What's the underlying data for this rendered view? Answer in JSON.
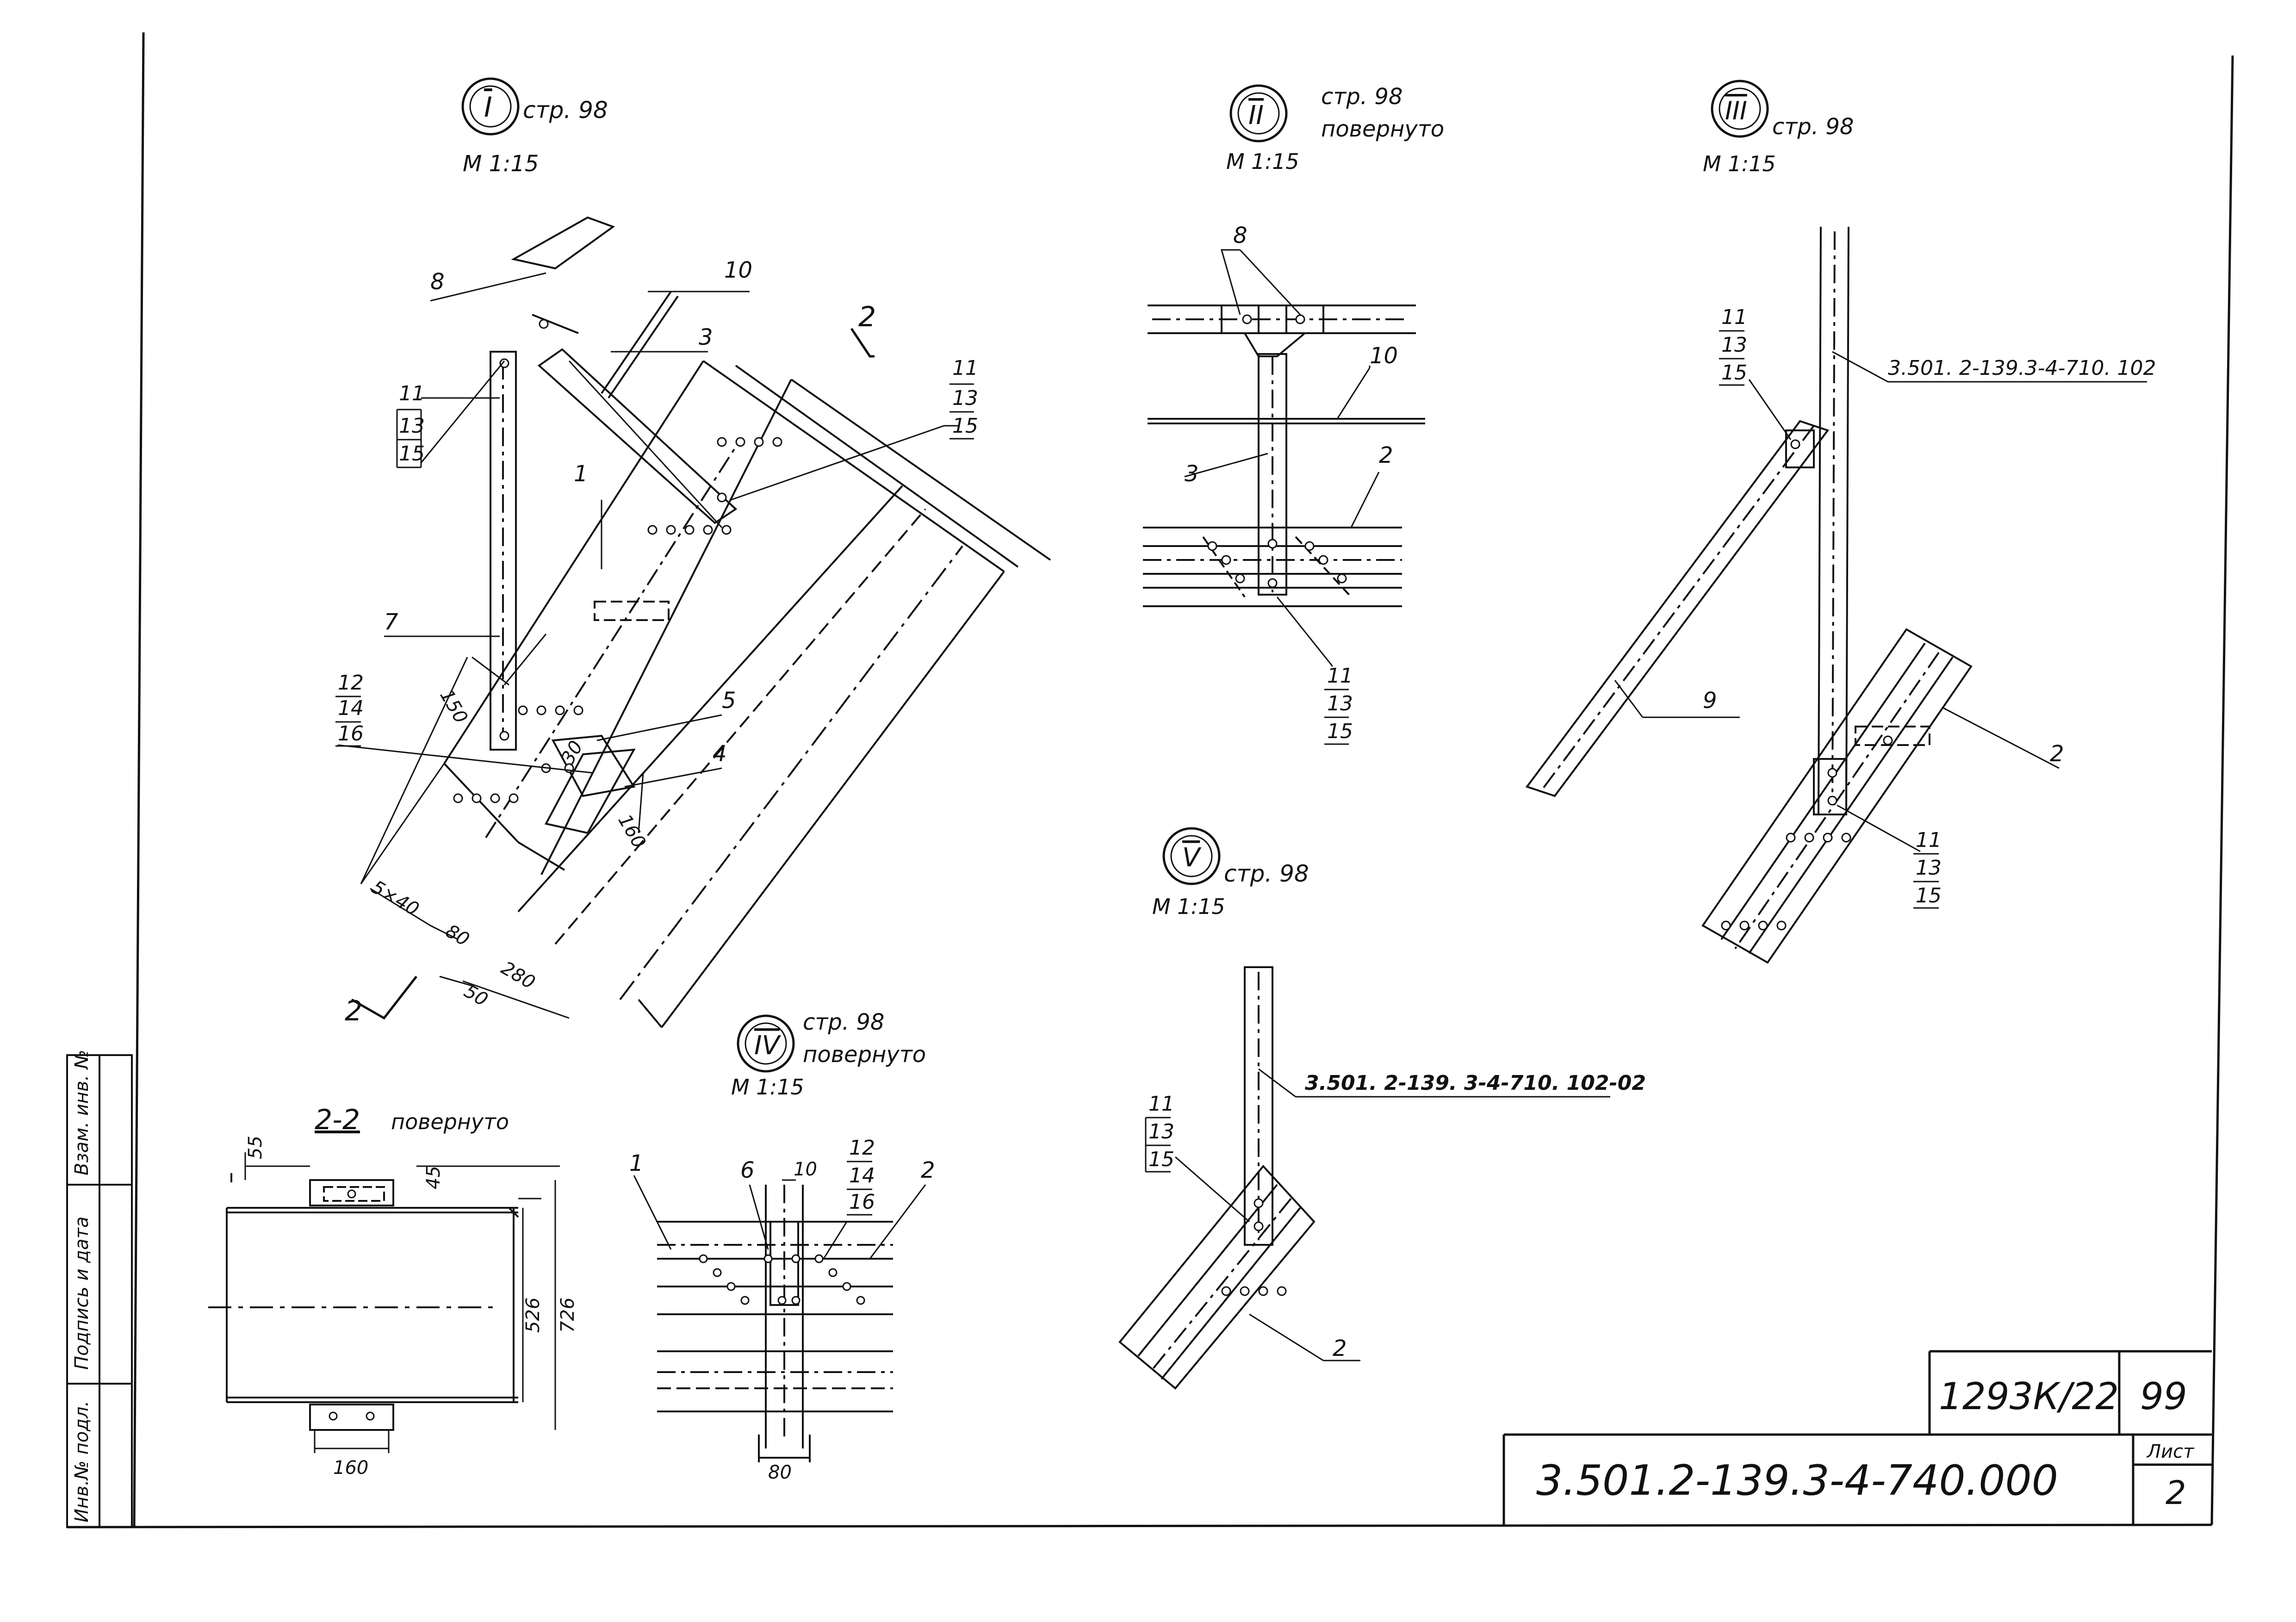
{
  "views": {
    "v1": {
      "roman": "I",
      "page_ref": "стр. 98",
      "scale": "М 1:15"
    },
    "v2": {
      "roman": "II",
      "page_ref": "стр. 98",
      "note": "повернуто",
      "scale": "М 1:15"
    },
    "v3": {
      "roman": "III",
      "page_ref": "стр. 98",
      "scale": "М 1:15"
    },
    "v4": {
      "roman": "IV",
      "page_ref": "стр. 98",
      "note": "повернуто",
      "scale": "М 1:15"
    },
    "v5": {
      "roman": "V",
      "page_ref": "стр. 98",
      "scale": "М 1:15"
    }
  },
  "section": {
    "title": "2-2",
    "note": "повернуто",
    "mark": "2"
  },
  "refs": {
    "r1": "3.501. 2-139.3-4-710. 102",
    "r2": "3.501. 2-139. 3-4-710. 102-02"
  },
  "labels": {
    "p1": "1",
    "p2": "2",
    "p3": "3",
    "p4": "4",
    "p5": "5",
    "p6": "6",
    "p7": "7",
    "p8": "8",
    "p9": "9",
    "p10": "10",
    "p11": "11",
    "p12": "12",
    "p13": "13",
    "p14": "14",
    "p15": "15",
    "p16": "16"
  },
  "dims": {
    "d150": "150",
    "d30": "30",
    "d5x40": "5×40",
    "d80": "80",
    "d50": "50",
    "d280": "280",
    "d160": "160",
    "d55": "55",
    "d45": "45",
    "d526": "526",
    "d726": "726",
    "d10": "10"
  },
  "side_stamp": [
    "Инв.№ подл.",
    "Подпись и дата",
    "Взам. инв. №"
  ],
  "title_block": {
    "order_no": "1293К/22",
    "sheet_no_global": "99",
    "doc_code": "3.501.2-139.3-4-740.000",
    "sheet_label": "Лист",
    "sheet_no": "2"
  }
}
